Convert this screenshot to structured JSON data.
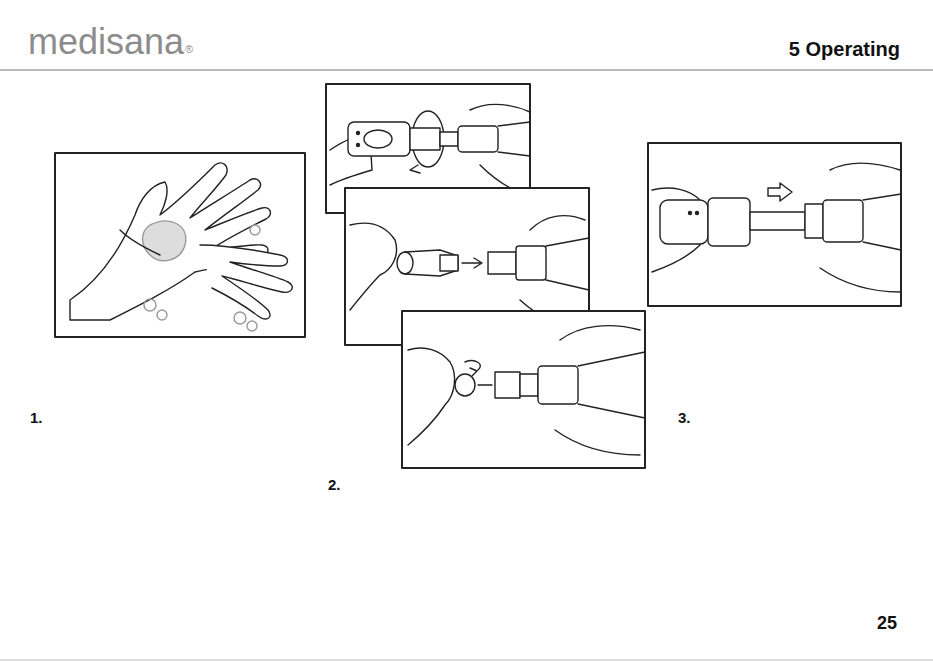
{
  "diagram": {
    "title": "5 Operating",
    "labels": [
      "medisana",
      "®",
      "1.",
      "2.",
      "3.",
      "25"
    ]
  }
}
